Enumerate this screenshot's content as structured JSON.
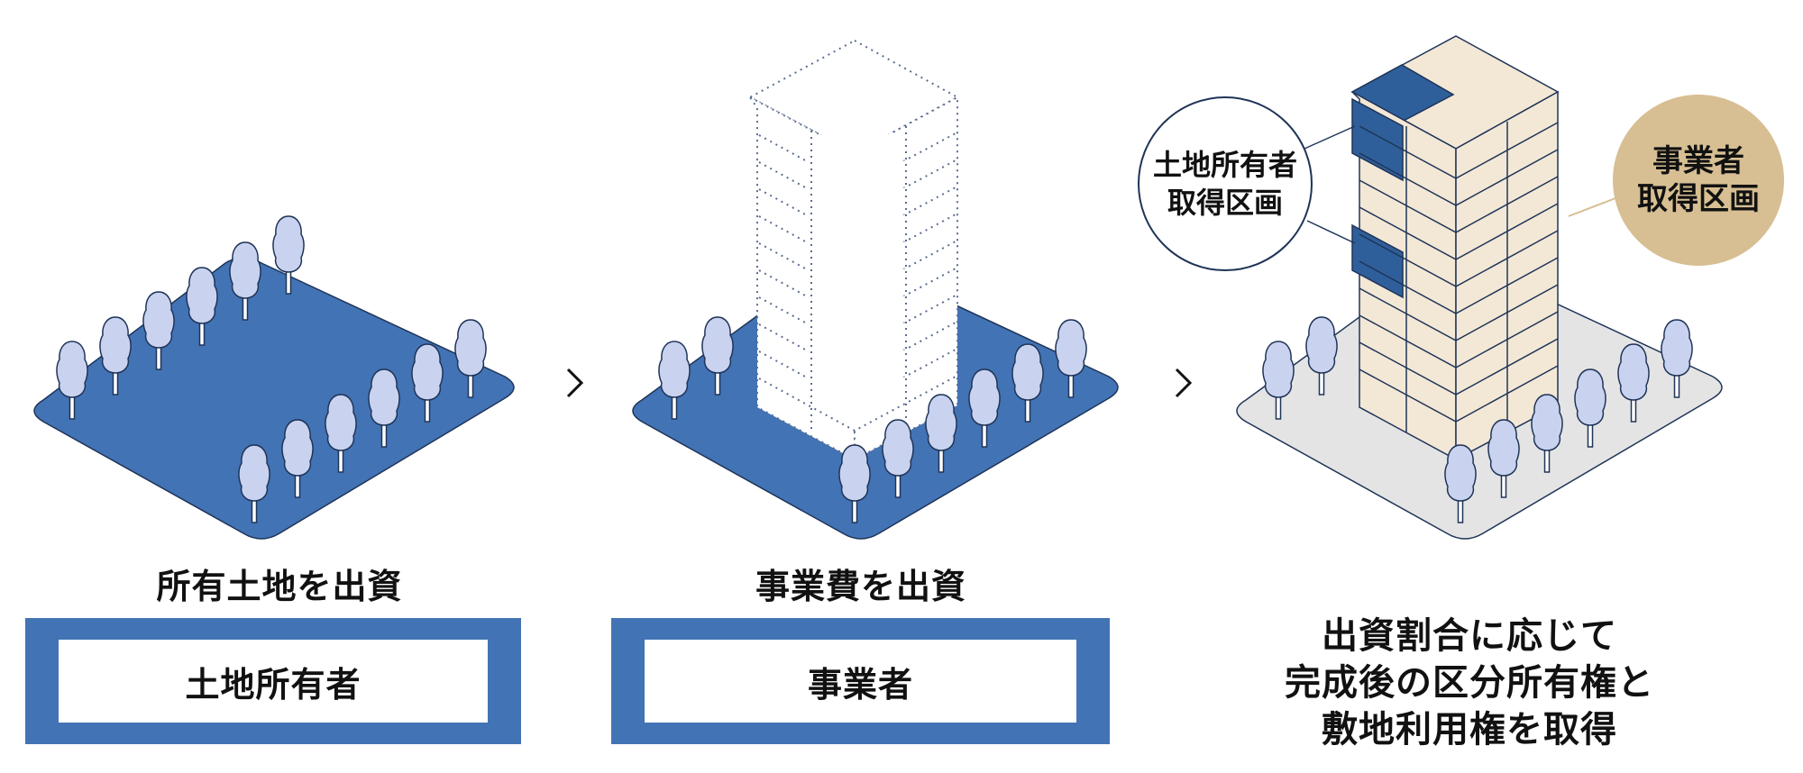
{
  "colors": {
    "land_blue": "#4273b5",
    "dark_blue": "#2f5f9a",
    "tree_fill": "#c9d3ef",
    "building_cream": "#f3e8d6",
    "grey_land": "#e4e4e4",
    "bubble_tan": "#d7bf93"
  },
  "step1": {
    "caption": "所有土地を出資",
    "actor": "土地所有者"
  },
  "step2": {
    "caption": "事業費を出資",
    "actor": "事業者"
  },
  "step3": {
    "result_lines": [
      "出資割合に応じて",
      "完成後の区分所有権と",
      "敷地利用権を取得"
    ],
    "bubble_owner": [
      "土地所有者",
      "取得区画"
    ],
    "bubble_developer": [
      "事業者",
      "取得区画"
    ]
  },
  "icons": [
    "chevron-right-icon",
    "chevron-right-icon"
  ]
}
